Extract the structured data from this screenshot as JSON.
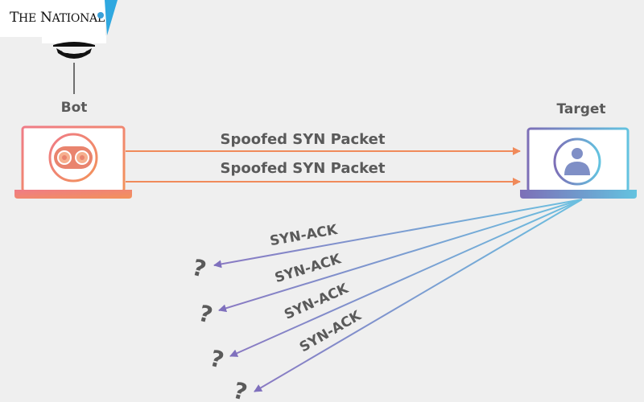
{
  "header": {
    "logo_text": "The National",
    "logo_color": "#111111",
    "badge_color": "#3aa0d8"
  },
  "diagram": {
    "bot_label": "Bot",
    "target_label": "Target",
    "spoofed_packets": [
      "Spoofed SYN Packet",
      "Spoofed SYN Packet"
    ],
    "syn_ack_labels": [
      "SYN-ACK",
      "SYN-ACK",
      "SYN-ACK",
      "SYN-ACK"
    ],
    "unknown_marker": "?",
    "icons": {
      "attacker": "masked-hacker-icon",
      "bot": "robot-face-icon",
      "target": "user-avatar-icon"
    },
    "colors": {
      "bot_gradient": [
        "#ef7b86",
        "#f2925a"
      ],
      "target_gradient": [
        "#7d6fb7",
        "#63c3e0"
      ],
      "spoofed_arrow": "#f08a5a",
      "synack_arrow": "#8a80c6",
      "label_text": "#5a5a5a",
      "background": "#efefef"
    }
  }
}
